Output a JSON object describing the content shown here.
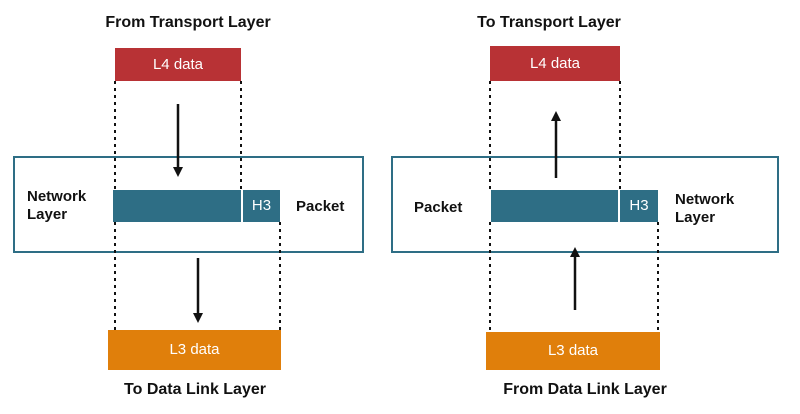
{
  "left_panel": {
    "top_caption": "From Transport Layer",
    "top_block": "L4 data",
    "layer_label_line1": "Network",
    "layer_label_line2": "Layer",
    "packet_label": "Packet",
    "header": "H3",
    "bottom_block": "L3 data",
    "bottom_caption": "To Data Link Layer",
    "arrow_direction": "down"
  },
  "right_panel": {
    "top_caption": "To Transport Layer",
    "top_block": "L4 data",
    "packet_label": "Packet",
    "layer_label_line1": "Network",
    "layer_label_line2": "Layer",
    "header": "H3",
    "bottom_block": "L3 data",
    "bottom_caption": "From Data Link Layer",
    "arrow_direction": "up"
  },
  "colors": {
    "l4_block": "#b83235",
    "l3_block": "#e07f0b",
    "packet": "#2e6e85",
    "layer_border": "#2e6e85"
  }
}
